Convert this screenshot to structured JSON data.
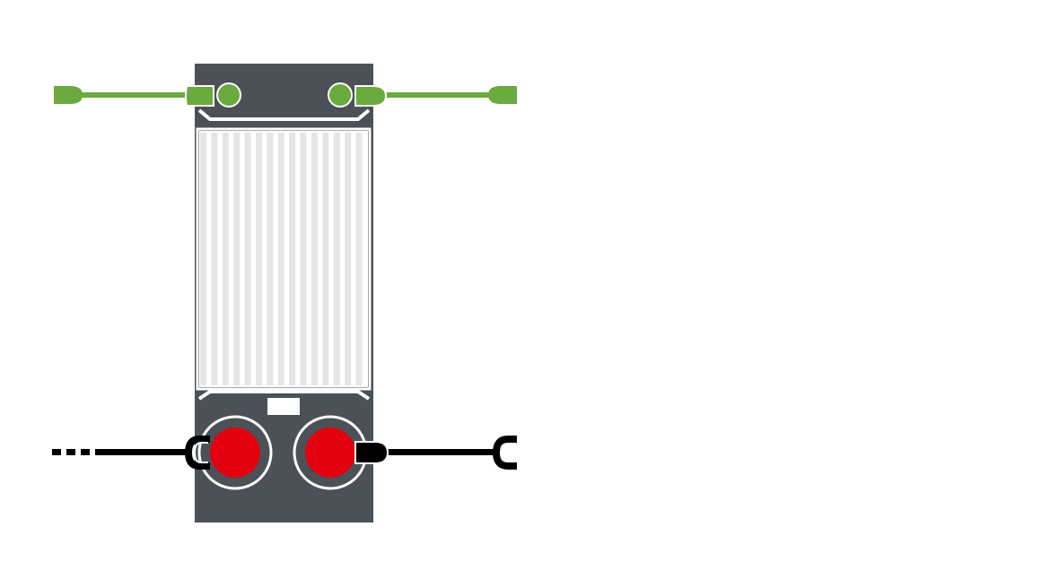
{
  "colors": {
    "background": "#ffffff",
    "housing": "#4b5157",
    "housing_outline": "#ffffff",
    "grille_stripe": "#e4e6e8",
    "grille_gap": "#ffffff",
    "ground_connector": "#6aaa3e",
    "output_connector": "#e3000f",
    "signal_cable": "#000000",
    "label_plate": "#ffffff"
  },
  "components": {
    "housing": "terminal-module-housing",
    "ground_left": "ground-plug-left",
    "ground_right": "ground-plug-right",
    "output_left": "output-socket-left",
    "output_right": "output-socket-right",
    "cable_left": "signal-cable-left-dashed",
    "cable_right": "signal-cable-right"
  }
}
